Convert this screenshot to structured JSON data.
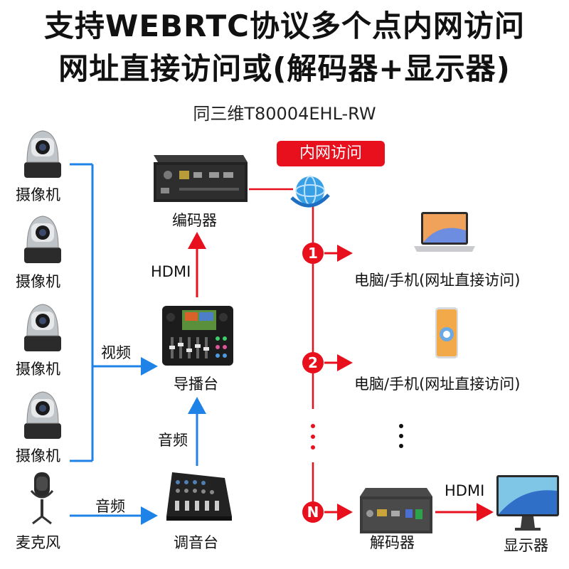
{
  "title_line1": "支持WEBRTC协议多个点内网访问",
  "title_line2": "网址直接访问或(解码器+显示器)",
  "subtitle": "同三维T80004EHL-RW",
  "tag_label": "内网访问",
  "cameras": [
    {
      "label": "摄像机"
    },
    {
      "label": "摄像机"
    },
    {
      "label": "摄像机"
    },
    {
      "label": "摄像机"
    }
  ],
  "microphone_label": "麦克风",
  "encoder_label": "编码器",
  "switcher_label": "导播台",
  "mixer_label": "调音台",
  "decoder_label": "解码器",
  "display_label": "显示器",
  "edge_labels": {
    "video": "视频",
    "audio_mic": "音频",
    "audio_mixer": "音频",
    "hdmi_switcher": "HDMI",
    "hdmi_decoder": "HDMI"
  },
  "clients": [
    {
      "badge": "1",
      "label": "电脑/手机(网址直接访问)",
      "device": "laptop-icon"
    },
    {
      "badge": "2",
      "label": "电脑/手机(网址直接访问)",
      "device": "phone-icon"
    },
    {
      "badge": "N",
      "device": "decoder"
    }
  ],
  "colors": {
    "accent_red": "#e8101c",
    "accent_blue": "#1e82e6"
  }
}
